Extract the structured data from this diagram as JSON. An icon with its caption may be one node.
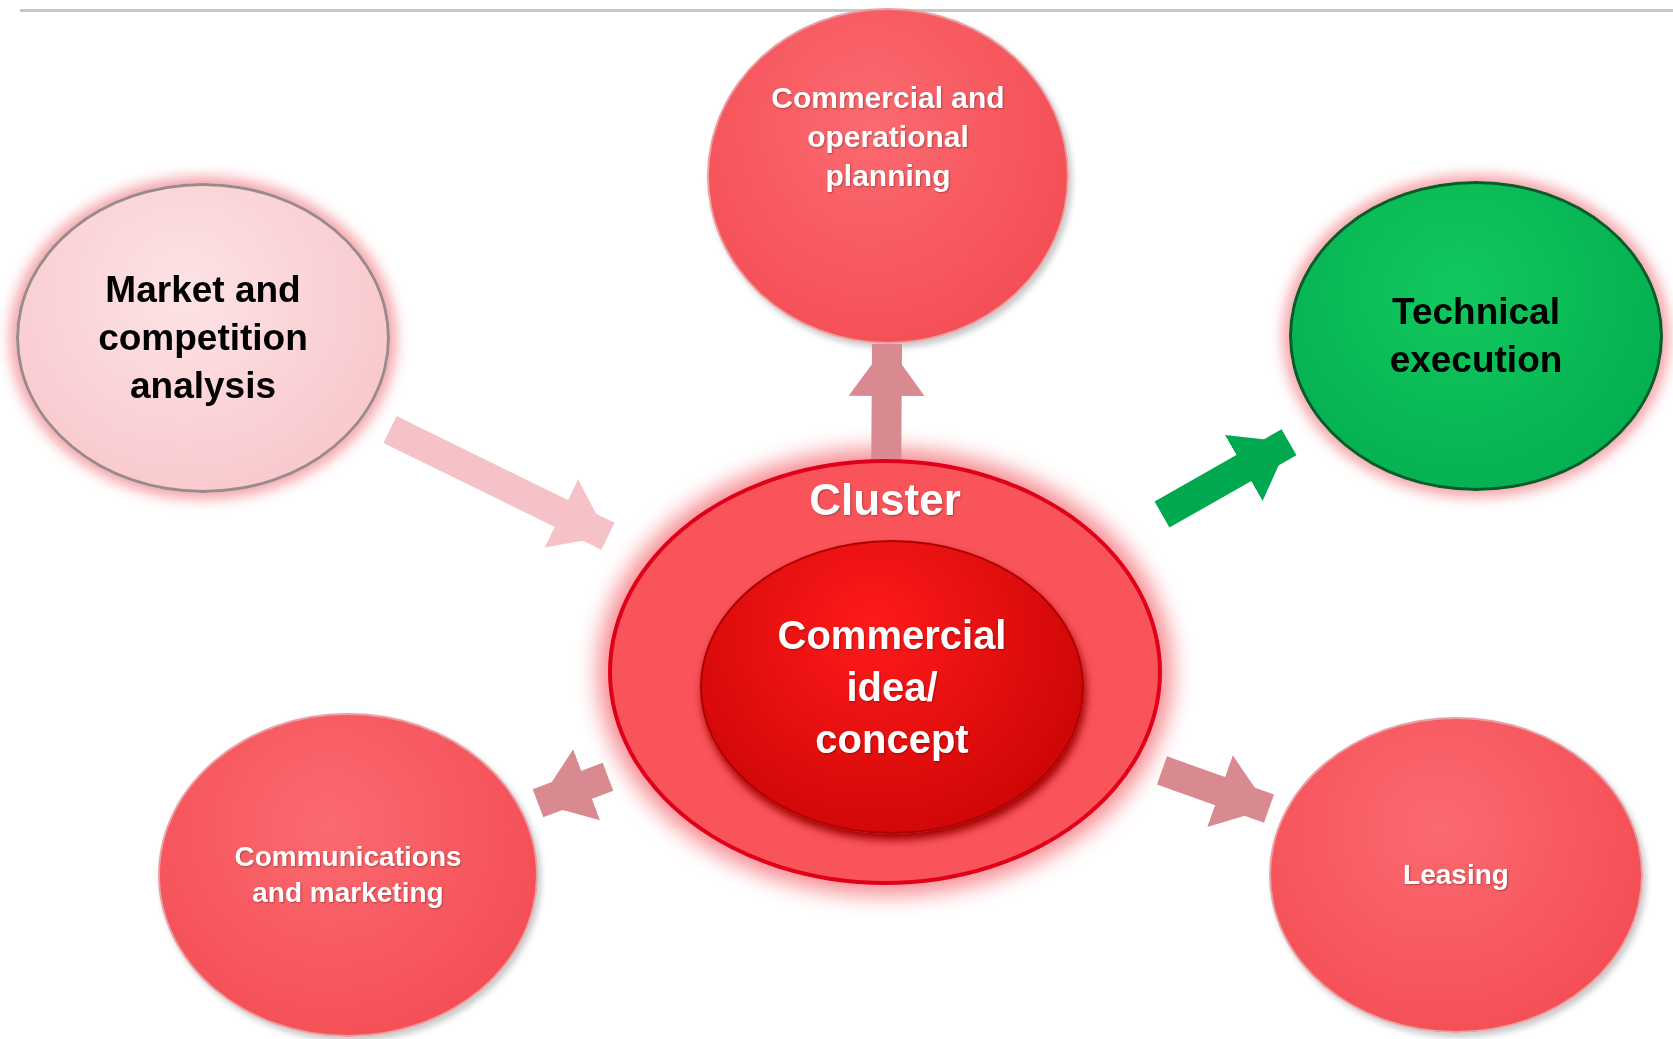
{
  "diagram": {
    "nodes": [
      {
        "text": [
          "Market and competition analysis"
        ]
      },
      {
        "text": [
          "Commercial and operational planning"
        ]
      },
      {
        "text": [
          "Technical execution"
        ]
      },
      {
        "text": [
          "Cluster"
        ]
      },
      {
        "text": [
          "Commercial idea/ concept"
        ],
        "in": 3
      },
      {
        "text": [
          "Communications and marketing"
        ]
      },
      {
        "text": [
          "Leasing"
        ]
      }
    ],
    "edges": [
      {
        "from": 0,
        "to": 3,
        "arrow": "to",
        "color": "#f5c3c7"
      },
      {
        "from": 3,
        "to": 1,
        "arrow": "to"
      },
      {
        "from": 3,
        "to": 2,
        "arrow": "to",
        "color": "#00a850"
      },
      {
        "from": 3,
        "to": 5,
        "arrow": "to"
      },
      {
        "from": 3,
        "to": 6,
        "arrow": "to"
      }
    ]
  }
}
